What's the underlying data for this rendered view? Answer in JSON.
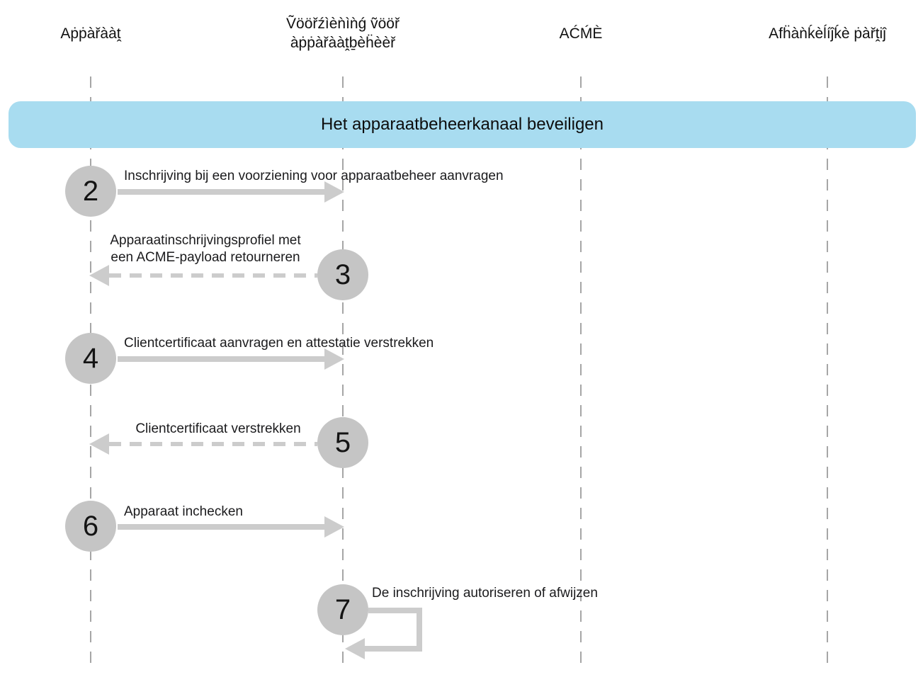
{
  "diagram": {
    "kind": "sequence-diagram",
    "banner": {
      "label": "Het apparaatbeheerkanaal beveiligen"
    },
    "actors": [
      {
        "label": "Aṗṗàřààṱ"
      },
      {
        "label": "Ṽööřźìèǹìǹǵ ṽööř\nàṗṗàřààṱḇèḧèèř"
      },
      {
        "label": "AĆḾÈ"
      },
      {
        "label": "Afḧàǹḱèĺíĵḱè ṗàřṱiĵ"
      }
    ],
    "steps": [
      {
        "number": "2",
        "label": "Inschrijving bij een voorziening voor apparaatbeheer aanvragen",
        "arrow": "solid-right"
      },
      {
        "number": "3",
        "label": "Apparaatinschrijvingsprofiel met\neen ACME-payload retourneren",
        "arrow": "dashed-left"
      },
      {
        "number": "4",
        "label": "Clientcertificaat aanvragen en attestatie verstrekken",
        "arrow": "solid-right"
      },
      {
        "number": "5",
        "label": "Clientcertificaat verstrekken",
        "arrow": "dashed-left"
      },
      {
        "number": "6",
        "label": "Apparaat inchecken",
        "arrow": "solid-right"
      },
      {
        "number": "7",
        "label": "De inschrijving autoriseren of afwijzen",
        "arrow": "self-loop"
      }
    ],
    "colors": {
      "banner_bg": "#A8DCF0",
      "circle_fill": "#C5C5C5",
      "arrow": "#CCCCCC",
      "lifeline": "#A6A6A6",
      "text": "#1B1B1D"
    }
  }
}
